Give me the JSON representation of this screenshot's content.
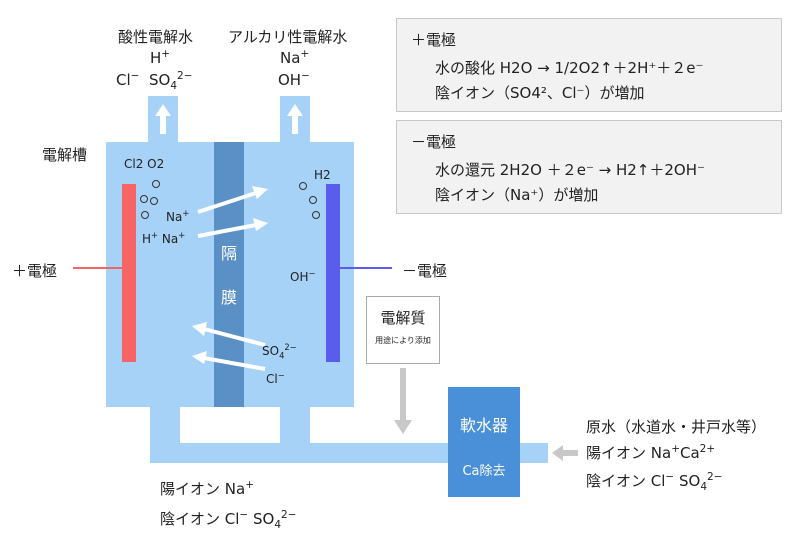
{
  "outlets": {
    "acid_title": "酸性電解水",
    "acid_ion1": "H",
    "acid_ion1_sup": "+",
    "acid_ion2": "Cl",
    "acid_ion2_sup": "−",
    "acid_ion3": "SO",
    "acid_ion3_sub": "4",
    "acid_ion3_sup": "2−",
    "alk_title": "アルカリ性電解水",
    "alk_ion1": "Na",
    "alk_ion1_sup": "+",
    "alk_ion2": "OH",
    "alk_ion2_sup": "−"
  },
  "cell": {
    "tank_label": "電解槽",
    "membrane_char1": "隔",
    "membrane_char2": "膜",
    "anode_label": "＋電極",
    "cathode_label": "－電極",
    "anode_gases": "Cl2  O2",
    "cathode_gas": "H2",
    "anode_na1": "Na",
    "anode_na1_sup": "+",
    "anode_h": "H",
    "anode_h_sup": "+",
    "anode_na2": "Na",
    "anode_na2_sup": "+",
    "cathode_oh": "OH",
    "cathode_oh_sup": "−",
    "cathode_so4": "SO",
    "cathode_so4_sub": "4",
    "cathode_so4_sup": "2−",
    "cathode_cl": "Cl",
    "cathode_cl_sup": "−"
  },
  "reactions": {
    "anode_title": "＋電極",
    "anode_line1": "水の酸化 H2O → 1/2O2↑＋2H⁺＋２e⁻",
    "anode_line2": "陰イオン（SO4²、Cl⁻）が増加",
    "cathode_title": "－電極",
    "cathode_line1": "水の還元 2H2O ＋２e⁻ → H2↑＋2OH⁻",
    "cathode_line2": "陰イオン（Na⁺）が増加"
  },
  "electrolyte": {
    "title": "電解質",
    "note": "用途により添加"
  },
  "softener": {
    "title": "軟水器",
    "sub": "Ca除去"
  },
  "raw_water": {
    "title": "原水（水道水・井戸水等）",
    "cation_label": "陽イオン Na",
    "cation_sup1": "+",
    "cation_ca": "Ca",
    "cation_sup2": "2+",
    "anion_label": "陰イオン Cl",
    "anion_sup1": "−",
    "anion_so4": " SO",
    "anion_sub": "4",
    "anion_sup2": "2−"
  },
  "inlet": {
    "cation_label": "陽イオン Na",
    "cation_sup": "+",
    "anion_label": "陰イオン Cl",
    "anion_sup1": "−",
    "anion_so4": " SO",
    "anion_sub": "4",
    "anion_sup2": "2−"
  },
  "colors": {
    "water": "#a7d2f7",
    "membrane": "#5b90c6",
    "anode": "#f56565",
    "cathode": "#5b5cee",
    "softener": "#4a90d9",
    "arrow_gray": "#c8c8c8"
  }
}
